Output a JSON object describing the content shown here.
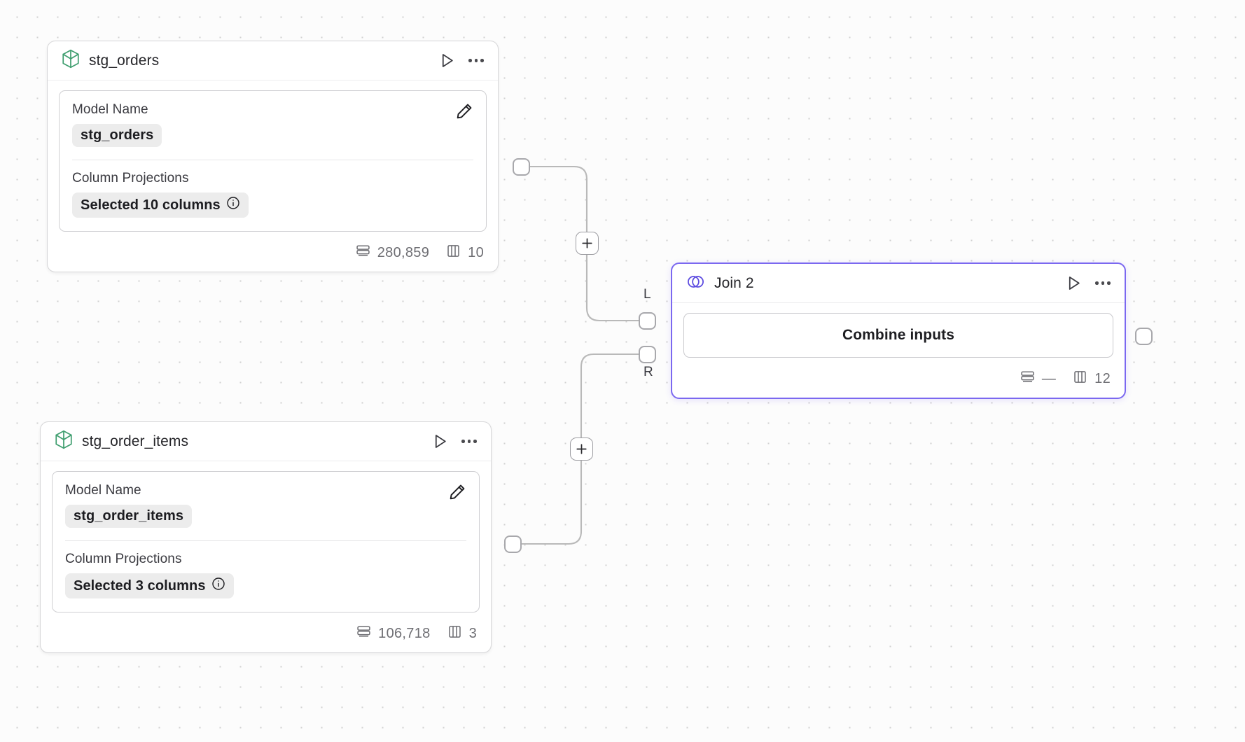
{
  "canvas": {
    "background_color": "#fcfcfc",
    "grid_dot_color": "#d0d0d0",
    "accent_color": "#7b68f0",
    "model_icon_color": "#3f9e6f"
  },
  "nodes": [
    {
      "id": "stg_orders",
      "title": "stg_orders",
      "icon": "cube-icon",
      "type": "model",
      "fields": {
        "model_name_label": "Model Name",
        "model_name_value": "stg_orders",
        "column_projections_label": "Column Projections",
        "column_projections_value": "Selected 10 columns"
      },
      "stats": {
        "rows": "280,859",
        "columns": "10"
      }
    },
    {
      "id": "stg_order_items",
      "title": "stg_order_items",
      "icon": "cube-icon",
      "type": "model",
      "fields": {
        "model_name_label": "Model Name",
        "model_name_value": "stg_order_items",
        "column_projections_label": "Column Projections",
        "column_projections_value": "Selected 3 columns"
      },
      "stats": {
        "rows": "106,718",
        "columns": "3"
      }
    },
    {
      "id": "join_2",
      "title": "Join 2",
      "icon": "venn-join-icon",
      "type": "join",
      "selected": true,
      "combine_button_label": "Combine inputs",
      "input_ports": [
        {
          "label": "L"
        },
        {
          "label": "R"
        }
      ],
      "stats": {
        "rows": "—",
        "columns": "12"
      }
    }
  ],
  "edge_buttons": [
    {
      "label": "+"
    },
    {
      "label": "+"
    }
  ]
}
